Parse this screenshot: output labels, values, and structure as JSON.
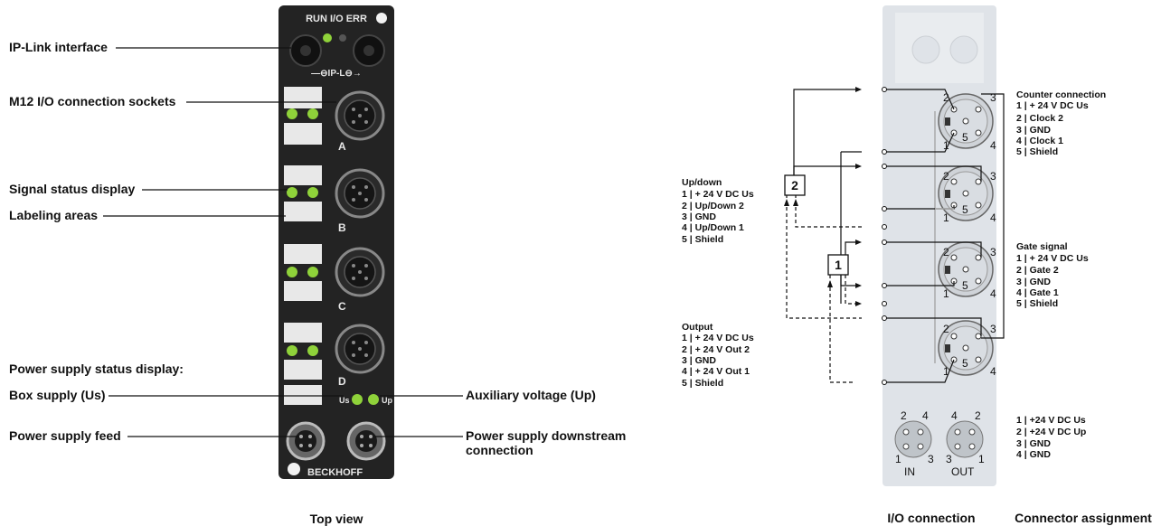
{
  "left_labels": {
    "ip_link": "IP-Link interface",
    "m12": "M12 I/O connection sockets",
    "signal_status": "Signal status display",
    "labeling": "Labeling areas",
    "power_status": "Power supply status display:",
    "box_supply": "Box supply (Us)",
    "power_feed": "Power supply feed",
    "aux_voltage": "Auxiliary voltage (Up)",
    "downstream_1": "Power supply downstream",
    "downstream_2": "connection"
  },
  "device": {
    "top_label": "RUN I/O ERR",
    "ip_label": "—⊖IP-L⊖→",
    "sockets": [
      "A",
      "B",
      "C",
      "D"
    ],
    "led_us": "Us",
    "led_up": "Up",
    "brand": "BECKHOFF",
    "led_color": "#8fd23a",
    "body_color": "#232323"
  },
  "captions": {
    "top_view": "Top view",
    "io_connection": "I/O connection",
    "connector_assignment": "Connector assignment"
  },
  "pin_assignments": {
    "counter": {
      "title": "Counter connection",
      "rows": [
        "1 | + 24 V DC Us",
        "2 | Clock 2",
        "3 | GND",
        "4 | Clock 1",
        "5 | Shield"
      ]
    },
    "gate": {
      "title": "Gate signal",
      "rows": [
        "1 | + 24 V DC Us",
        "2 | Gate 2",
        "3 | GND",
        "4 | Gate 1",
        "5 | Shield"
      ]
    },
    "updown": {
      "title": "Up/down",
      "rows": [
        "1 | + 24 V DC Us",
        "2 | Up/Down 2",
        "3 | GND",
        "4 | Up/Down 1",
        "5 | Shield"
      ]
    },
    "output": {
      "title": "Output",
      "rows": [
        "1 | + 24 V DC Us",
        "2 | + 24 V Out 2",
        "3 | GND",
        "4 | + 24 V Out 1",
        "5 | Shield"
      ]
    },
    "power": {
      "rows": [
        "1 | +24 V DC Us",
        "2 | +24 V DC Up",
        "3 | GND",
        "4 | GND"
      ]
    }
  },
  "sensors": [
    "2",
    "1"
  ],
  "pins": {
    "p1": "1",
    "p2": "2",
    "p3": "3",
    "p4": "4",
    "p5": "5"
  },
  "power_connectors": {
    "in": "IN",
    "out": "OUT"
  }
}
